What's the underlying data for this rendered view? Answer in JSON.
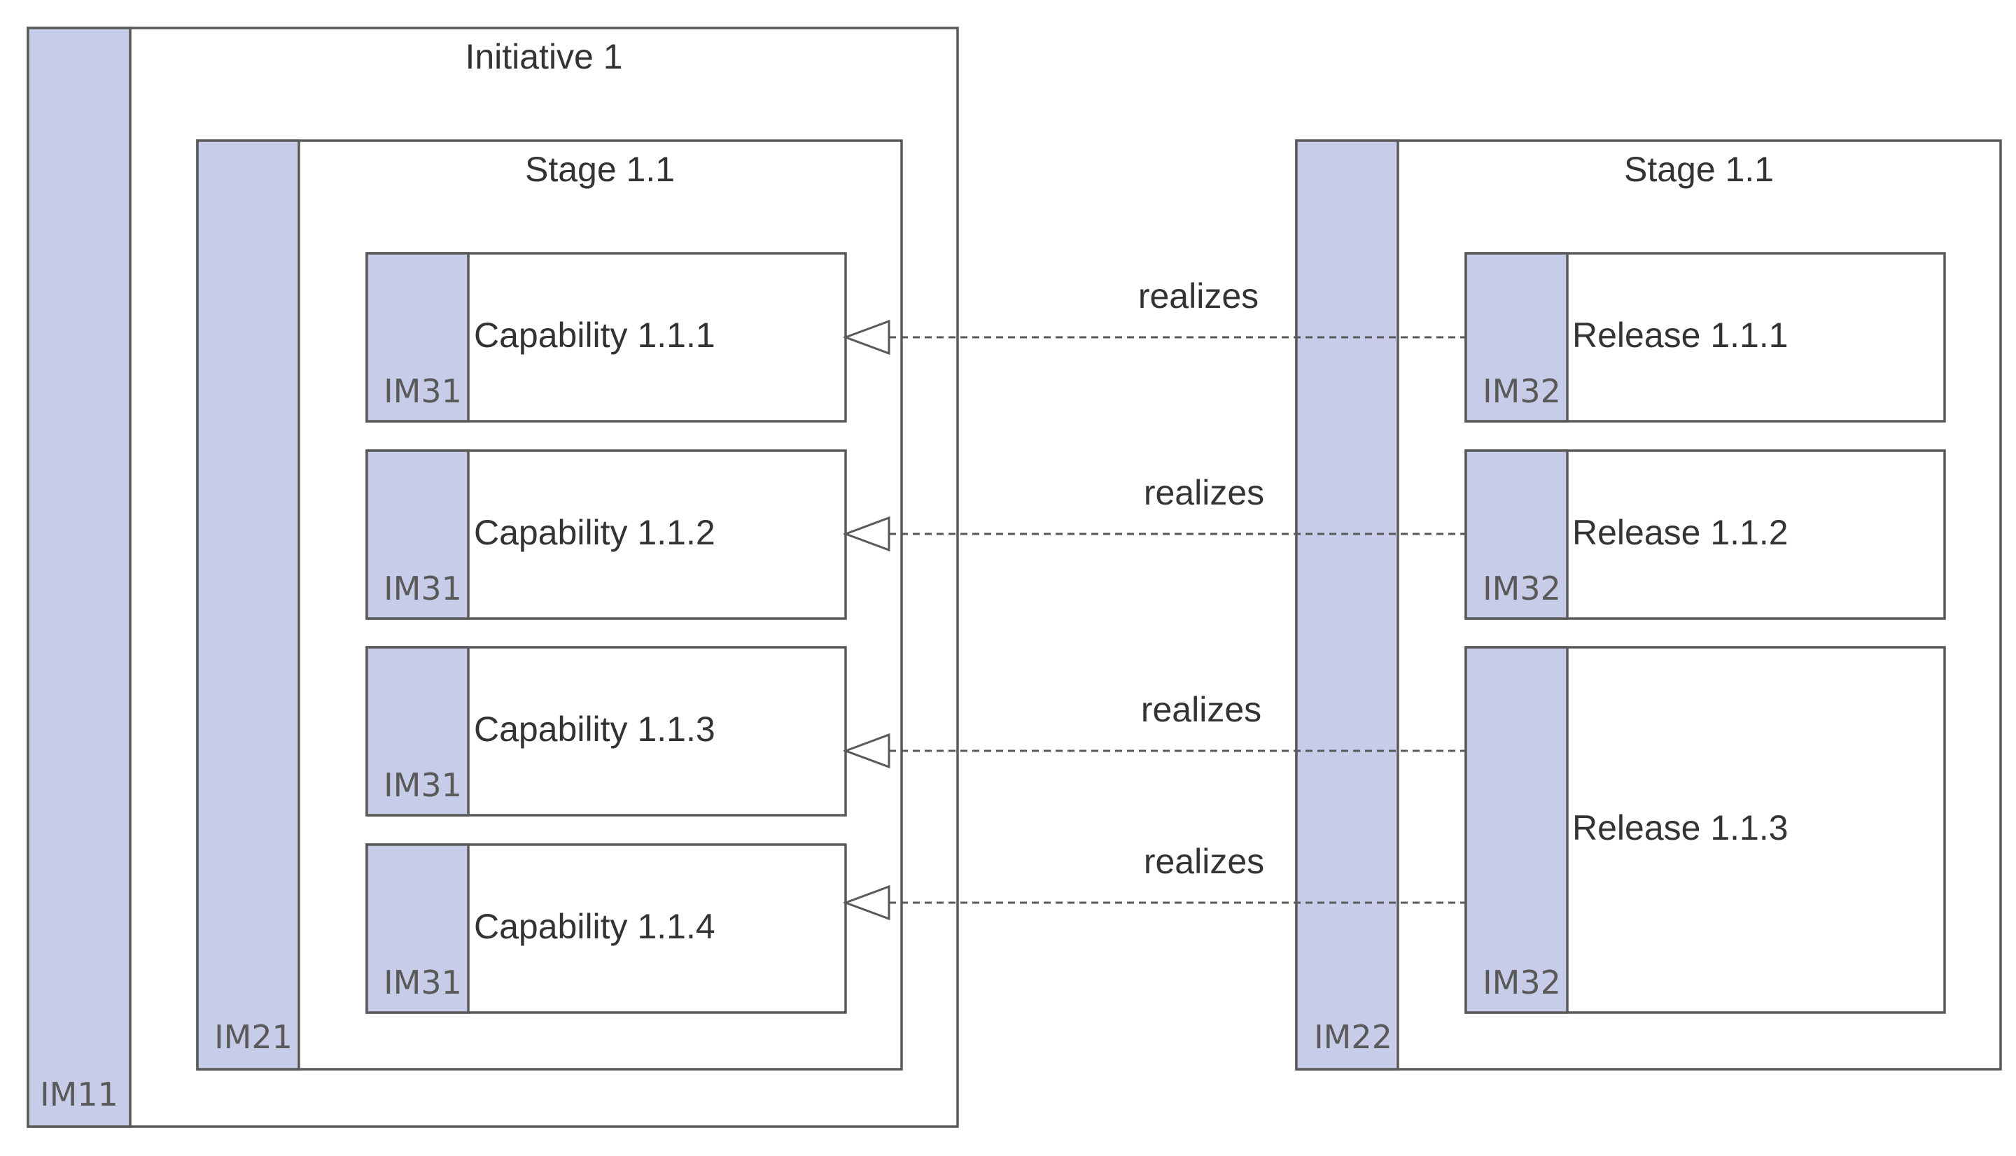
{
  "initiative": {
    "title": "Initiative 1",
    "code": "IM11"
  },
  "stages": [
    {
      "title": "Stage 1.1",
      "code": "IM21"
    },
    {
      "title": "Stage 1.1",
      "code": "IM22"
    }
  ],
  "capabilities": [
    {
      "label": "Capability 1.1.1",
      "code": "IM31"
    },
    {
      "label": "Capability 1.1.2",
      "code": "IM31"
    },
    {
      "label": "Capability 1.1.3",
      "code": "IM31"
    },
    {
      "label": "Capability 1.1.4",
      "code": "IM31"
    }
  ],
  "releases": [
    {
      "label": "Release 1.1.1",
      "code": "IM32"
    },
    {
      "label": "Release 1.1.2",
      "code": "IM32"
    },
    {
      "label": "Release 1.1.3",
      "code": "IM32"
    }
  ],
  "relations": [
    {
      "label": "realizes",
      "from": "Release 1.1.1",
      "to": "Capability 1.1.1"
    },
    {
      "label": "realizes",
      "from": "Release 1.1.2",
      "to": "Capability 1.1.2"
    },
    {
      "label": "realizes",
      "from": "Release 1.1.3",
      "to": "Capability 1.1.3"
    },
    {
      "label": "realizes",
      "from": "Release 1.1.3",
      "to": "Capability 1.1.4"
    }
  ]
}
